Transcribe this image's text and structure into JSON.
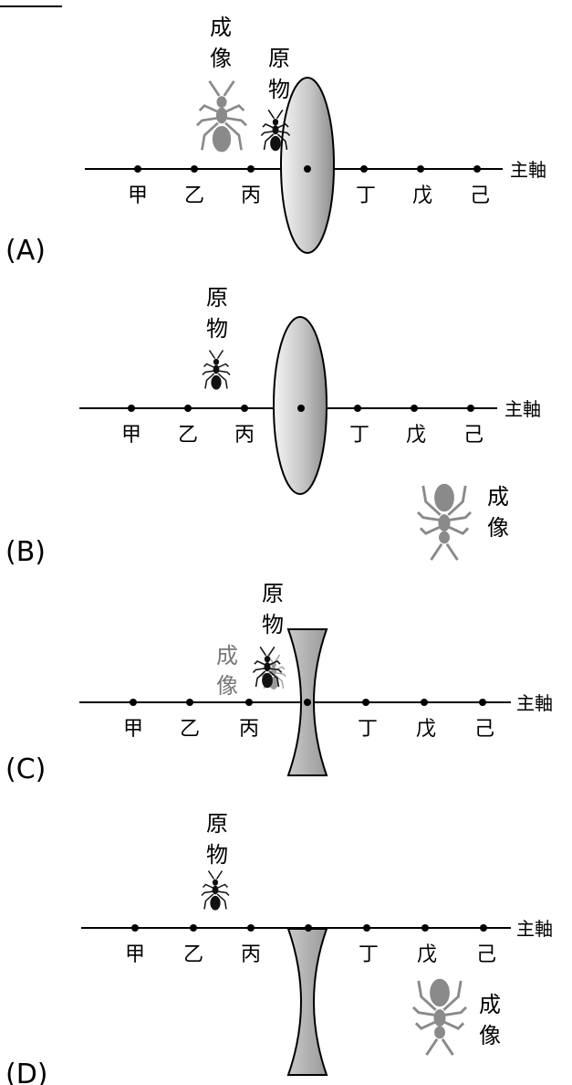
{
  "axis": {
    "points": [
      "甲",
      "乙",
      "丙",
      "丁",
      "戊",
      "己"
    ],
    "main_label": "主軸"
  },
  "labels": {
    "image_top": "成",
    "image_bottom": "像",
    "object_top": "原",
    "object_bottom": "物"
  },
  "panels": [
    {
      "option": "(A)",
      "lens": "convex",
      "object_position": "丙",
      "image": "virtual enlarged upright beyond 乙"
    },
    {
      "option": "(B)",
      "lens": "convex",
      "object_position": "乙",
      "image": "real enlarged inverted at 戊"
    },
    {
      "option": "(C)",
      "lens": "concave",
      "object_position": "丙",
      "image": "virtual diminished upright near 丙"
    },
    {
      "option": "(D)",
      "lens": "concave",
      "object_position": "乙",
      "image": "real enlarged inverted at 戊"
    }
  ],
  "colors": {
    "object": "#111111",
    "image": "#8a8a8a",
    "lens_fill": "#b5b5b5",
    "axis": "#000000"
  }
}
